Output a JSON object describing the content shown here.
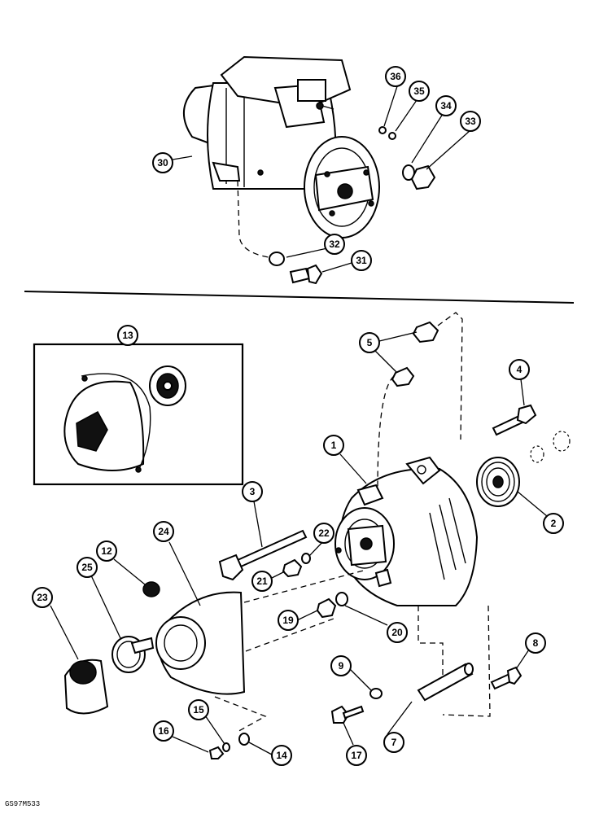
{
  "figure_code": "GS97M533",
  "callouts": [
    "1",
    "2",
    "3",
    "4",
    "5",
    "7",
    "8",
    "9",
    "12",
    "13",
    "14",
    "15",
    "16",
    "17",
    "19",
    "20",
    "21",
    "22",
    "23",
    "24",
    "25",
    "30",
    "31",
    "32",
    "33",
    "34",
    "35",
    "36"
  ]
}
